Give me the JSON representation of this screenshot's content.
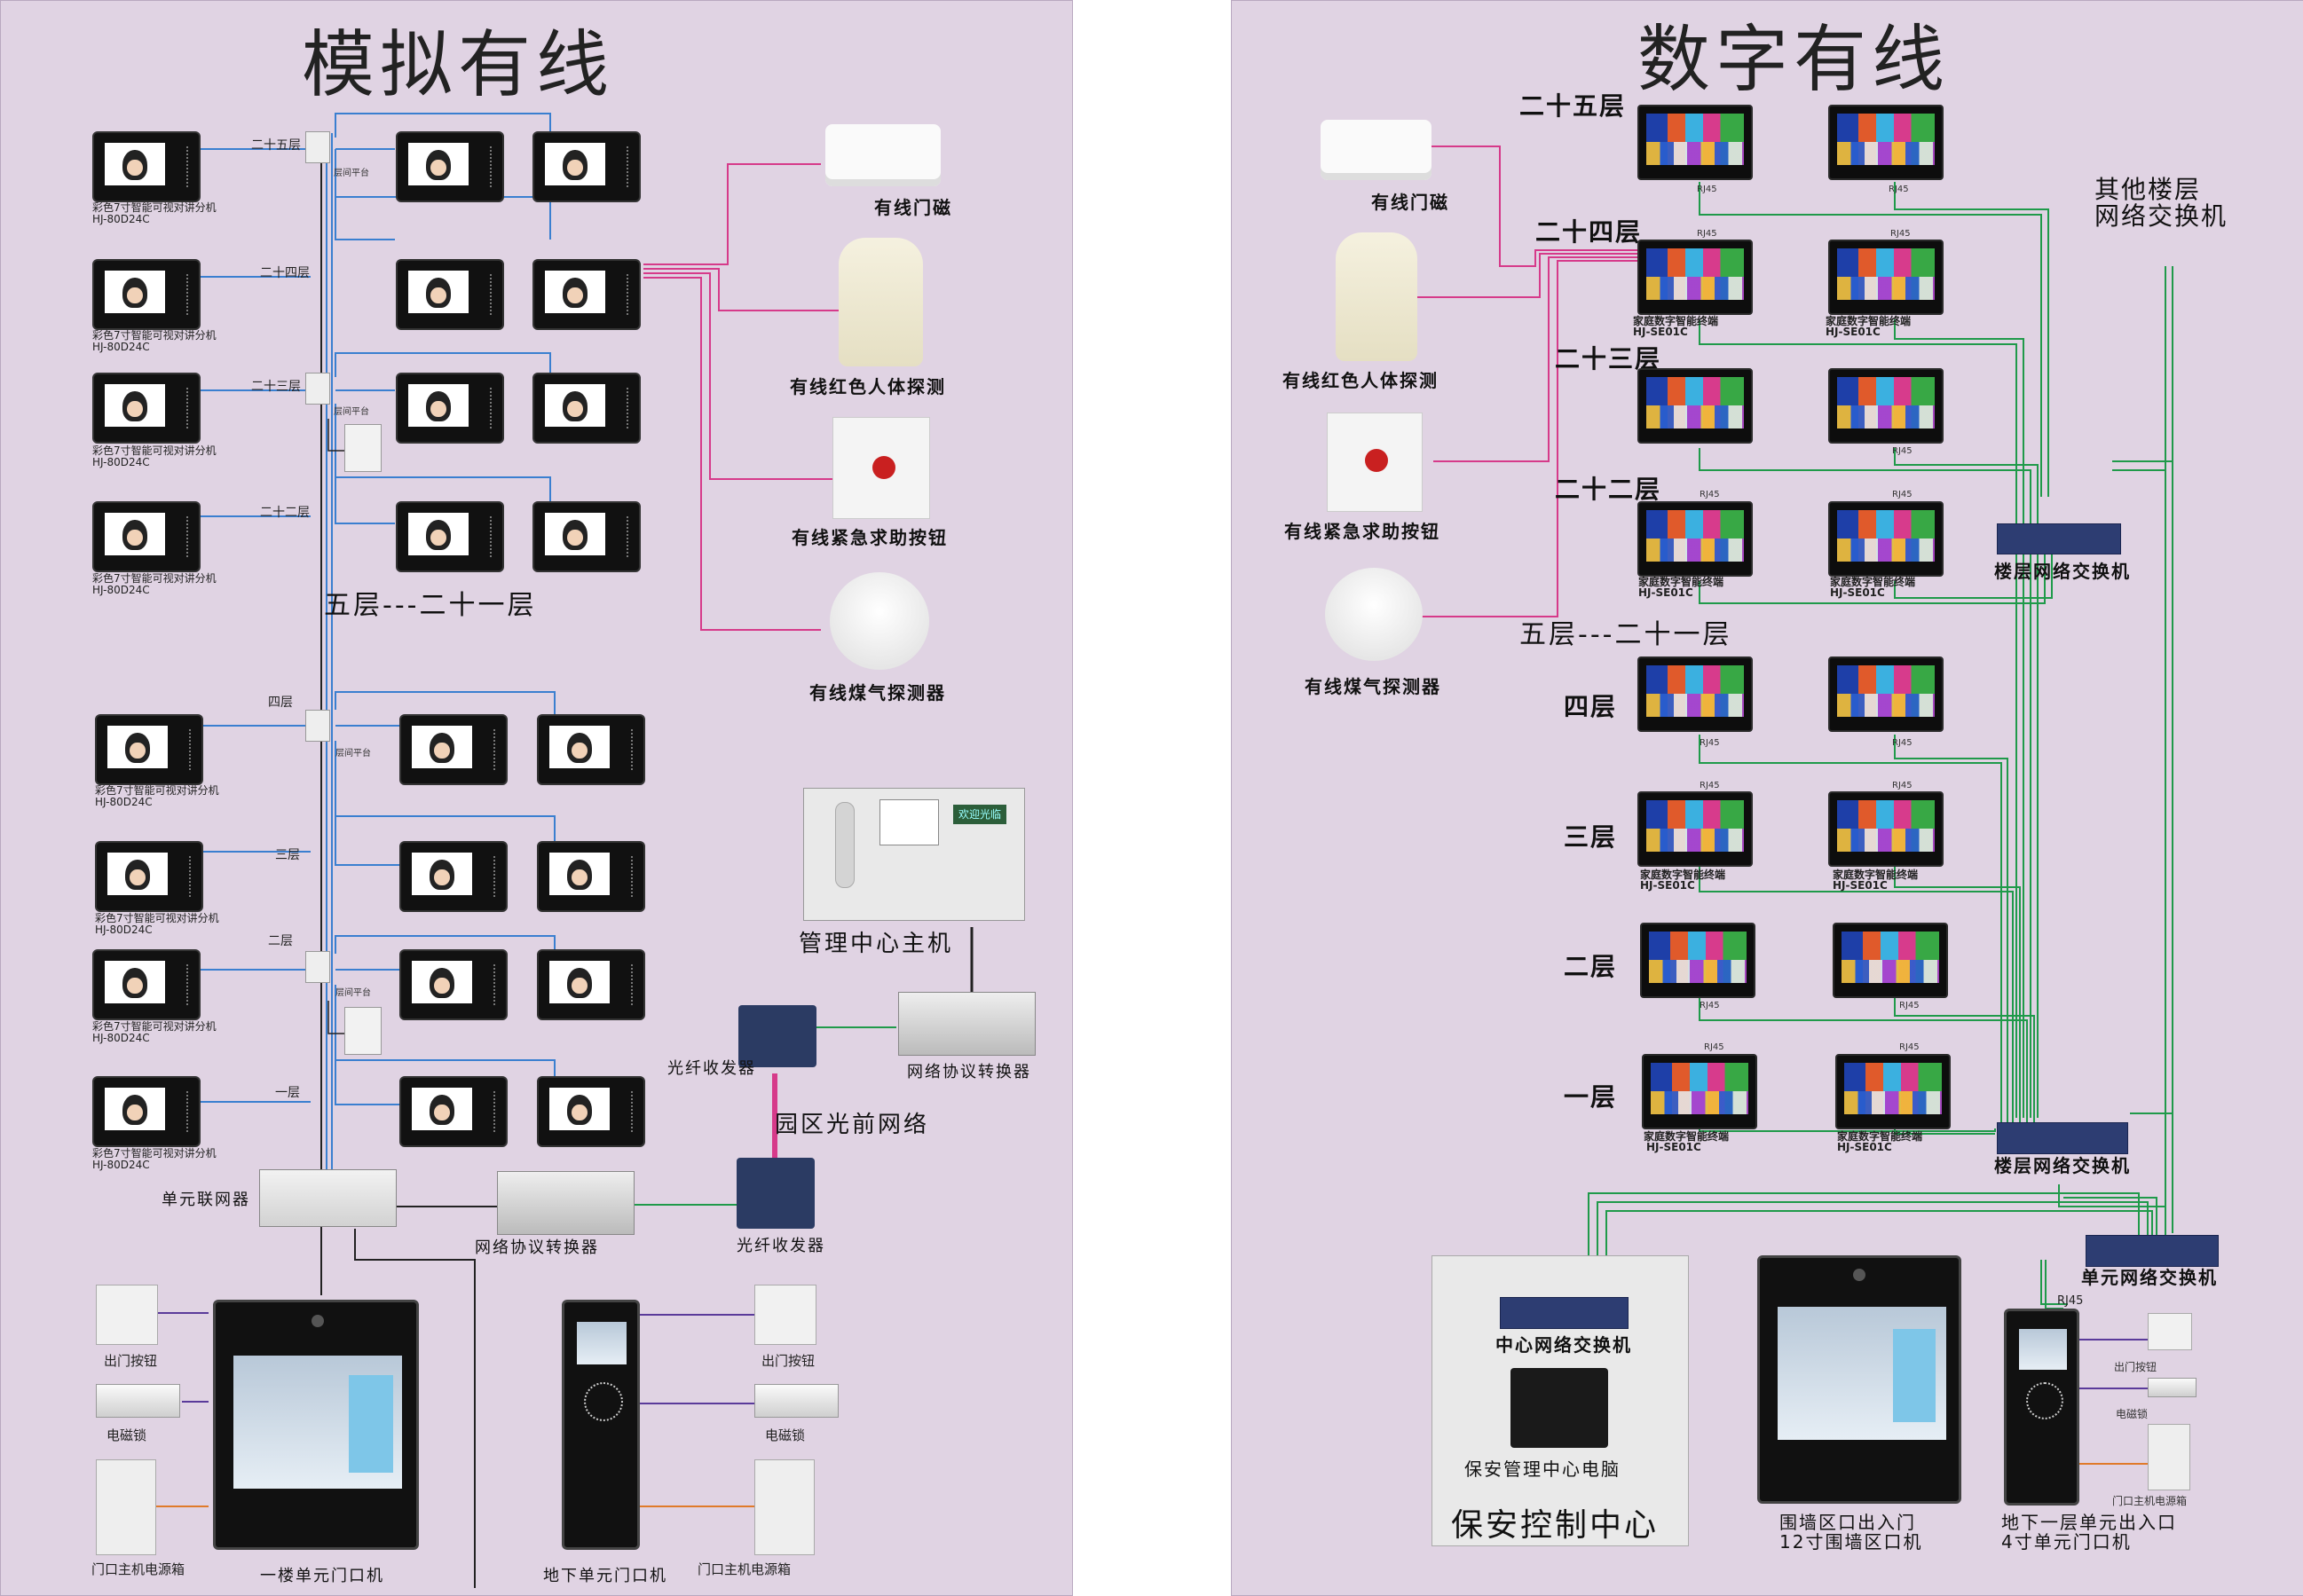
{
  "left": {
    "title": "模拟有线",
    "floor_labels": [
      "二十五层",
      "二十四层",
      "二十三层",
      "二十二层",
      "四层",
      "三层",
      "二层",
      "一层"
    ],
    "indoor_unit_caption": "彩色7寸智能可视对讲分机",
    "indoor_unit_model": "HJ-80D24C",
    "platform_label": "层间平台",
    "range_label": "五层---二十一层",
    "sensors": {
      "door_magnet": "有线门磁",
      "pir": "有线红色人体探测",
      "emergency_button": "有线紧急求助按钮",
      "gas_detector": "有线煤气探测器"
    },
    "management_host": "管理中心主机",
    "protocol_converter_top": "网络协议转换器",
    "fiber_transceiver_top": "光纤收发器",
    "campus_network": "园区光前网络",
    "unit_network": "单元联网器",
    "protocol_converter_bottom": "网络协议转换器",
    "fiber_transceiver_bottom": "光纤收发器",
    "exit_button_left": "出门按钮",
    "mag_lock_left": "电磁锁",
    "power_box_left": "门口主机电源箱",
    "door_station_1f": "一楼单元门口机",
    "door_station_basement": "地下单元门口机",
    "exit_button_right": "出门按钮",
    "mag_lock_right": "电磁锁",
    "power_box_right": "门口主机电源箱",
    "mgmt_screen_text": "欢迎光临"
  },
  "right": {
    "title": "数字有线",
    "floor_labels": [
      "二十五层",
      "二十四层",
      "二十三层",
      "二十二层",
      "四层",
      "三层",
      "二层",
      "一层"
    ],
    "range_label": "五层---二十一层",
    "rj45": "RJ45",
    "terminal_caption": "家庭数字智能终端",
    "terminal_model": "HJ-SE01C",
    "sensors": {
      "door_magnet": "有线门磁",
      "pir": "有线红色人体探测",
      "emergency_button": "有线紧急求助按钮",
      "gas_detector": "有线煤气探测器"
    },
    "other_floor_switch_line1": "其他楼层",
    "other_floor_switch_line2": "网络交换机",
    "floor_switch_top": "楼层网络交换机",
    "floor_switch_bottom": "楼层网络交换机",
    "unit_switch": "单元网络交换机",
    "center_switch": "中心网络交换机",
    "security_pc": "保安管理中心电脑",
    "security_center": "保安控制中心",
    "wall_gate_line1": "围墙区口出入门",
    "wall_gate_line2": "12寸围墙区口机",
    "basement_line1": "地下一层单元出入口",
    "basement_line2": "4寸单元门口机",
    "exit_button": "出门按钮",
    "mag_lock": "电磁锁",
    "power_box": "门口主机电源箱",
    "rj45_bottom": "RJ45"
  },
  "colors": {
    "background": "#e0d3e3",
    "blue_wire": "#3a7fd0",
    "pink_wire": "#d63a8a",
    "green_wire": "#1f9a4a",
    "black_wire": "#222222",
    "purple_wire": "#5a3a9a",
    "orange_wire": "#e07a2a"
  }
}
